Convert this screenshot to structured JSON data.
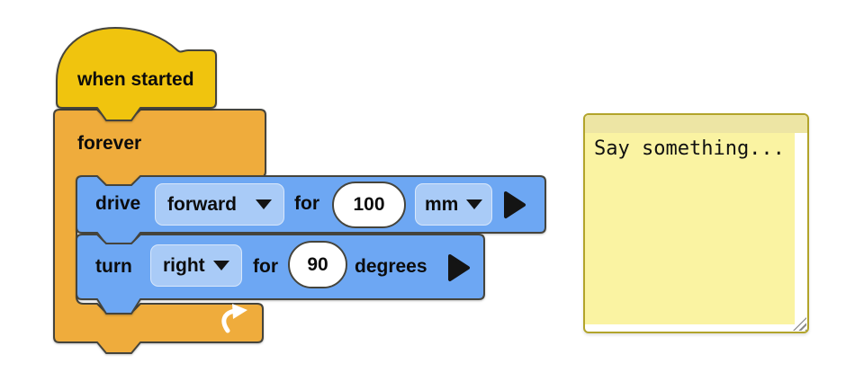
{
  "blocks": {
    "when_started": {
      "label": "when started"
    },
    "forever": {
      "label": "forever"
    },
    "drive": {
      "verb": "drive",
      "direction": "forward",
      "for_label": "for",
      "distance": "100",
      "unit": "mm"
    },
    "turn": {
      "verb": "turn",
      "direction": "right",
      "for_label": "for",
      "angle": "90",
      "unit_label": "degrees"
    }
  },
  "note": {
    "text": "Say something..."
  },
  "colors": {
    "event_yellow": "#F0C40E",
    "control_orange": "#EFAC3C",
    "motion_blue": "#6DA7F3",
    "menu_blue": "#A9CBF7",
    "block_border": "#45443C",
    "note_bg": "#FAF3A2",
    "note_header": "#EDE5A4",
    "note_border": "#B2A42B"
  }
}
